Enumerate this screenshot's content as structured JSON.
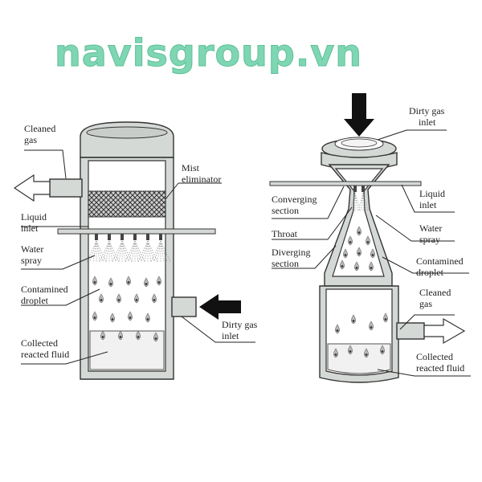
{
  "watermark": "navisgroup.vn",
  "left_tower": {
    "cleaned_gas": [
      "Cleaned",
      "gas"
    ],
    "mist_eliminator": [
      "Mist",
      "eliminator"
    ],
    "liquid_inlet": [
      "Liquid",
      "inlet"
    ],
    "water_spray": [
      "Water",
      "spray"
    ],
    "contaminated_droplet": [
      "Contamined",
      "droplet"
    ],
    "collected_fluid": [
      "Collected",
      "reacted fluid"
    ],
    "dirty_gas_inlet": [
      "Dirty gas",
      "inlet"
    ]
  },
  "right_venturi": {
    "dirty_gas_inlet": [
      "Dirty gas",
      "inlet"
    ],
    "converging_section": [
      "Converging",
      "section"
    ],
    "liquid_inlet": [
      "Liquid",
      "inlet"
    ],
    "throat": [
      "Throat"
    ],
    "water_spray": [
      "Water",
      "spray"
    ],
    "diverging_section": [
      "Diverging",
      "section"
    ],
    "contaminated_droplet": [
      "Contamined",
      "droplet"
    ],
    "cleaned_gas": [
      "Cleaned",
      "gas"
    ],
    "collected_fluid": [
      "Collected",
      "reacted fluid"
    ]
  },
  "colors": {
    "brand": "#7fd6b2",
    "wall": "#d5d9d6",
    "outline": "#333333",
    "arrow": "#111111"
  }
}
